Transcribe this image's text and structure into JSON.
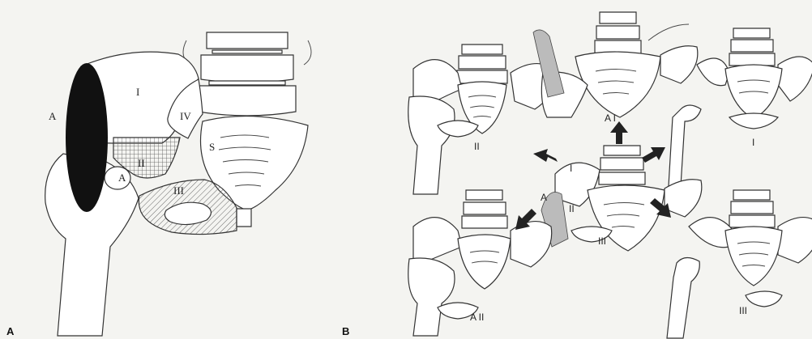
{
  "panel_a": {
    "letter": "A",
    "regions": {
      "region_1": "I",
      "region_2": "II",
      "region_3": "III",
      "region_4": "IV",
      "sacrum": "S",
      "acetabulum_outer": "A",
      "acetabulum_inner": "A"
    }
  },
  "panel_b": {
    "letter": "B",
    "center": {
      "l1": "I",
      "l2": "A",
      "l3": "II",
      "l4": "III"
    },
    "top_center": "A I",
    "top_left": "II",
    "top_right": "I",
    "bottom_left": "A II",
    "bottom_right": "III"
  },
  "colors": {
    "line": "#333333",
    "fill_dark": "#111111",
    "hatch": "#777777"
  }
}
